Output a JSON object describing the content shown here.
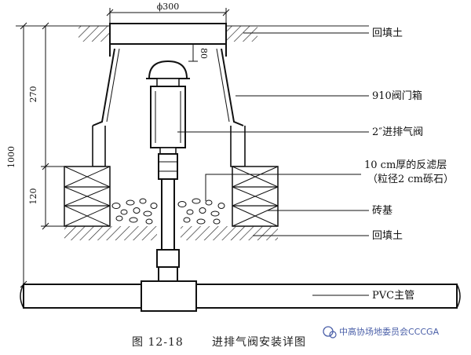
{
  "labels": {
    "backfill_top": "回填土",
    "valve_box": "910阀门箱",
    "air_valve": "2″进排气阀",
    "filter_layer_1": "10 cm厚的反滤层",
    "filter_layer_2": "（粒径2 cm砾石）",
    "brick_base": "砖基",
    "backfill_bottom": "回填土",
    "pvc_main": "PVC主管"
  },
  "dimensions": {
    "top_width": "ϕ300",
    "cap_gap": "80",
    "box_height": "270",
    "total_height": "1000",
    "base_height": "120"
  },
  "caption": {
    "figure_no": "图 12-18",
    "title": "进排气阀安装详图"
  },
  "watermark": "中高协场地委员会CCCGA"
}
